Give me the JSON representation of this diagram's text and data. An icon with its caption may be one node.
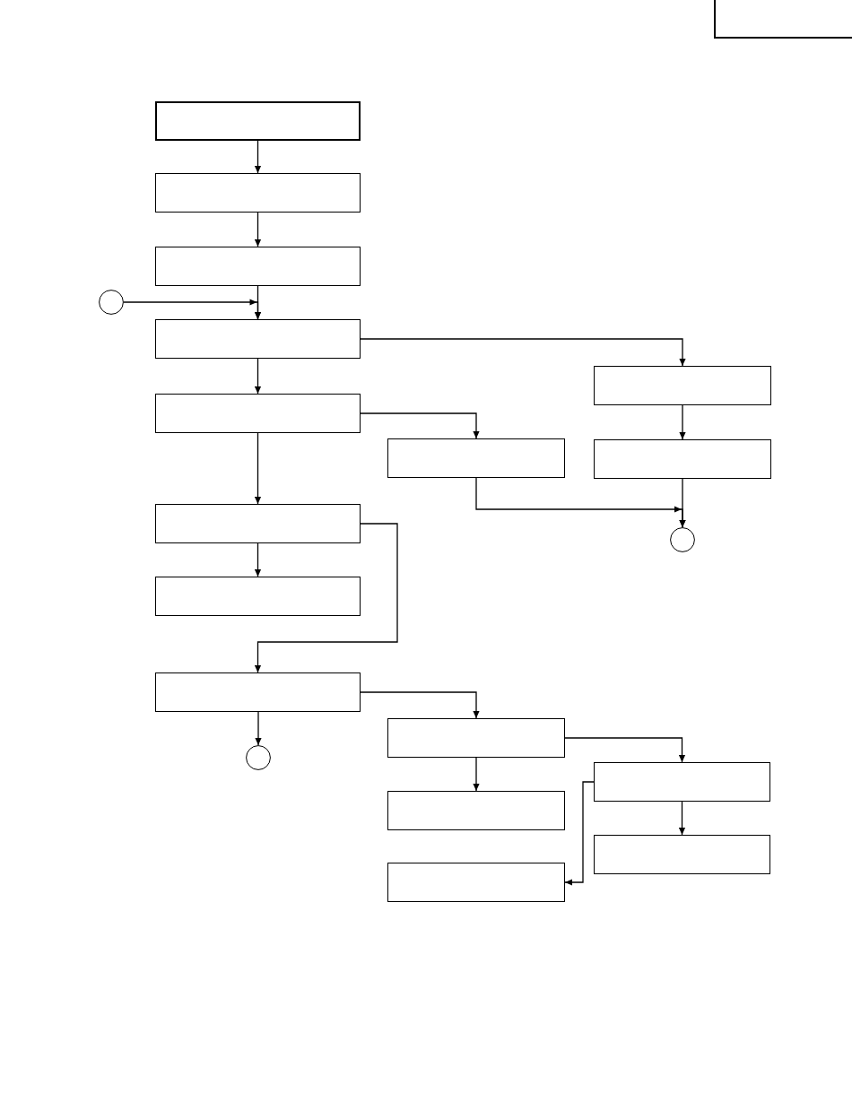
{
  "diagram": {
    "nodes": [
      {
        "text": [],
        "shape": "box"
      },
      {
        "text": [],
        "shape": "box"
      },
      {
        "text": [],
        "shape": "box"
      },
      {
        "text": [],
        "shape": "box"
      },
      {
        "text": [],
        "shape": "circle"
      },
      {
        "text": [],
        "shape": "box"
      },
      {
        "text": [],
        "shape": "box"
      },
      {
        "text": [],
        "shape": "box"
      },
      {
        "text": [],
        "shape": "box"
      },
      {
        "text": [],
        "shape": "box"
      },
      {
        "text": [],
        "shape": "box"
      },
      {
        "text": [],
        "shape": "circle"
      },
      {
        "text": [],
        "shape": "box"
      },
      {
        "text": [],
        "shape": "box"
      },
      {
        "text": [],
        "shape": "box"
      },
      {
        "text": [],
        "shape": "circle"
      },
      {
        "text": [],
        "shape": "box"
      },
      {
        "text": [],
        "shape": "box"
      },
      {
        "text": [],
        "shape": "box"
      },
      {
        "text": [],
        "shape": "box"
      }
    ],
    "edges": [
      {
        "from": 1,
        "to": 2,
        "arrow": "to"
      },
      {
        "from": 2,
        "to": 3,
        "arrow": "to"
      },
      {
        "from": 3,
        "to": 5,
        "arrow": "to"
      },
      {
        "from": 4,
        "to": 5,
        "arrow": "to"
      },
      {
        "from": 5,
        "to": 6,
        "arrow": "to"
      },
      {
        "from": 5,
        "to": 7,
        "arrow": "to"
      },
      {
        "from": 7,
        "to": 8,
        "arrow": "to"
      },
      {
        "from": 7,
        "to": 10,
        "arrow": "to"
      },
      {
        "from": 6,
        "to": 9,
        "arrow": "to"
      },
      {
        "from": 8,
        "to": 11,
        "arrow": "to"
      },
      {
        "from": 9,
        "to": 11,
        "arrow": "to"
      },
      {
        "from": 10,
        "to": 12,
        "arrow": "to"
      },
      {
        "from": 10,
        "to": 13,
        "arrow": "to"
      },
      {
        "from": 13,
        "to": 14,
        "arrow": "to"
      },
      {
        "from": 13,
        "to": 15,
        "arrow": "to"
      },
      {
        "from": 14,
        "to": 17,
        "arrow": "to"
      },
      {
        "from": 14,
        "to": 16,
        "arrow": "to"
      },
      {
        "from": 16,
        "to": 19,
        "arrow": "to"
      },
      {
        "from": 16,
        "to": 18,
        "arrow": "to"
      }
    ]
  }
}
